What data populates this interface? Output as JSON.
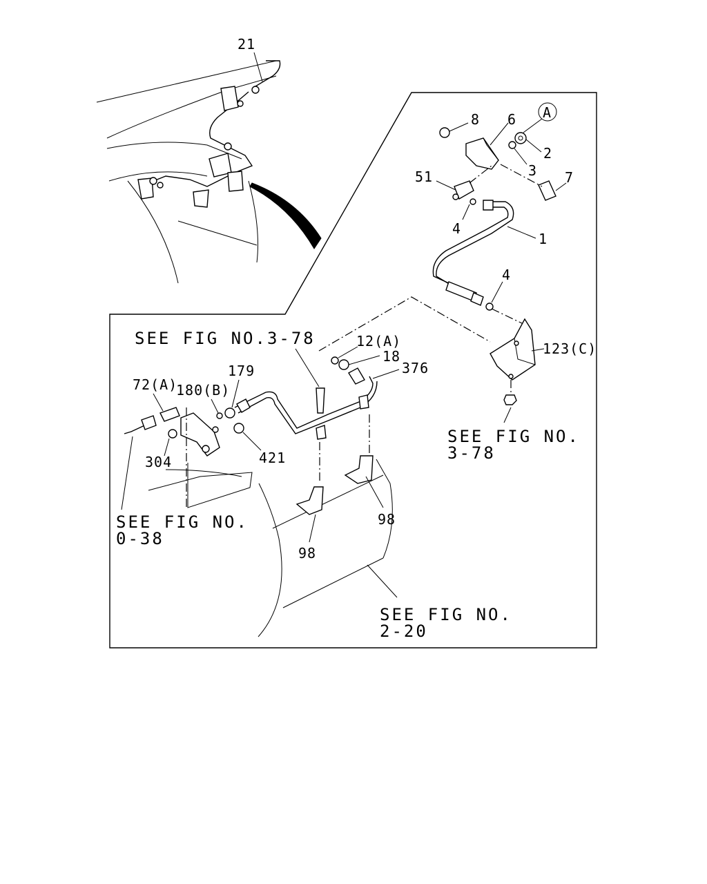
{
  "callouts": {
    "p21": "21",
    "p8": "8",
    "p6": "6",
    "pA": "A",
    "p2": "2",
    "p3": "3",
    "p51": "51",
    "p7": "7",
    "p4a": "4",
    "p1": "1",
    "p4b": "4",
    "p123c": "123(C)",
    "p12a": "12(A)",
    "p18": "18",
    "p376": "376",
    "p72a": "72(A)",
    "p180b": "180(B)",
    "p179": "179",
    "p304": "304",
    "p421": "421",
    "p98a": "98",
    "p98b": "98"
  },
  "refs": {
    "fig378_top": "SEE FIG NO.3-78",
    "fig378_right_l1": "SEE FIG NO.",
    "fig378_right_l2": "3-78",
    "fig038_l1": "SEE FIG NO.",
    "fig038_l2": "0-38",
    "fig220_l1": "SEE FIG NO.",
    "fig220_l2": "2-20"
  }
}
